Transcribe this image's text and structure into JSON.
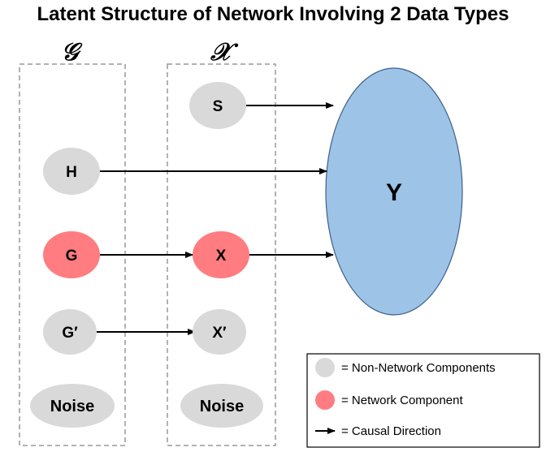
{
  "title": "Latent Structure of Network Involving 2 Data Types",
  "columns": {
    "g_label": "𝒢",
    "x_label": "𝒳"
  },
  "nodes": {
    "S": "S",
    "H": "H",
    "G": "G",
    "X": "X",
    "Gp": "G′",
    "Xp": "X′",
    "noise_g": "Noise",
    "noise_x": "Noise",
    "Y": "Y"
  },
  "legend": {
    "non_network": "= Non-Network Components",
    "network": "= Network Component",
    "causal": "= Causal Direction"
  },
  "colors": {
    "non_network": "#d9d9d9",
    "network": "#ff7c80",
    "outcome": "#9dc3e6",
    "outcome_border": "#3a5f8f"
  }
}
